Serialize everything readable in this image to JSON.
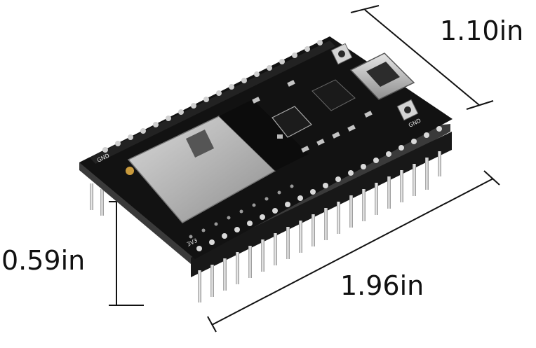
{
  "product_photo": {
    "subject": "ESP32 development board",
    "colors": {
      "pcb": "#121212",
      "shield": "#b9b9b9",
      "pins": "#d9d9d9",
      "headers": "#1a1a1a"
    }
  },
  "dimensions": {
    "width": "1.10in",
    "height": "0.59in",
    "length": "1.96in"
  }
}
